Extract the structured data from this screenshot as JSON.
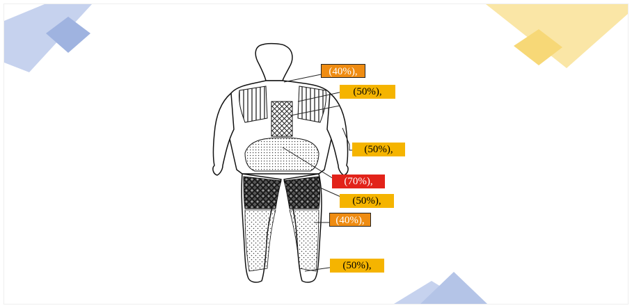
{
  "colors": {
    "background": "#ffffff",
    "deco_blue": "#8fa8db",
    "deco_yellow": "#f7d877",
    "label_yellow": "#f5b400",
    "label_orange": "#ef8c12",
    "label_red": "#e2231a",
    "outline": "#111111"
  },
  "figure": {
    "name": "human-body-back-view",
    "view": "posterior"
  },
  "labels": [
    {
      "id": "upper-back",
      "text": "(40%),",
      "level": 40,
      "fill": "orange",
      "text_color": "white",
      "outlined": true
    },
    {
      "id": "shoulder-blades",
      "text": "(50%),",
      "level": 50,
      "fill": "yellow",
      "text_color": "black",
      "outlined": false
    },
    {
      "id": "side-waist",
      "text": "(50%),",
      "level": 50,
      "fill": "yellow",
      "text_color": "black",
      "outlined": false
    },
    {
      "id": "lower-back",
      "text": "(70%),",
      "level": 70,
      "fill": "red",
      "text_color": "white",
      "outlined": false
    },
    {
      "id": "thighs",
      "text": "(50%),",
      "level": 50,
      "fill": "yellow",
      "text_color": "black",
      "outlined": false
    },
    {
      "id": "knees",
      "text": "(40%),",
      "level": 40,
      "fill": "orange",
      "text_color": "white",
      "outlined": true
    },
    {
      "id": "calves",
      "text": "(50%),",
      "level": 50,
      "fill": "yellow",
      "text_color": "black",
      "outlined": false
    }
  ]
}
